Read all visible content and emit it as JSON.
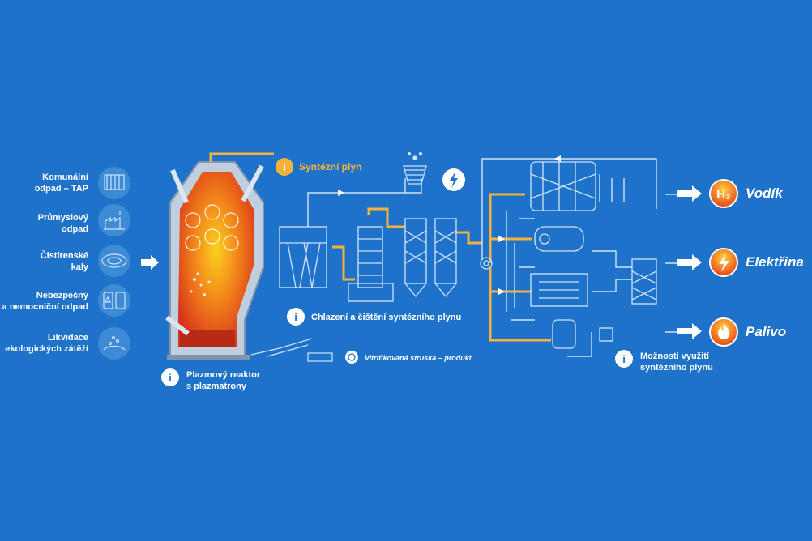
{
  "inputs": [
    {
      "line1": "Komunální",
      "line2": "odpad – TAP",
      "icon": "municipal-waste-icon"
    },
    {
      "line1": "Průmyslový",
      "line2": "odpad",
      "icon": "industrial-waste-icon"
    },
    {
      "line1": "Čistírenské",
      "line2": "kaly",
      "icon": "sewage-sludge-icon"
    },
    {
      "line1": "Nebezpečný",
      "line2": "a nemocniční odpad",
      "icon": "hazardous-waste-icon"
    },
    {
      "line1": "Likvidace",
      "line2": "ekologických zátěží",
      "icon": "environmental-burden-icon"
    }
  ],
  "labels": {
    "syngas": "Syntézní plyn",
    "cooling": "Chlazení a čištění syntézního plynu",
    "reactor_line1": "Plazmový reaktor",
    "reactor_line2": "s plazmatrony",
    "slag": "Vitrifikovaná struska – produkt",
    "options_line1": "Možnosti využití",
    "options_line2": "syntézního plynu"
  },
  "outputs": [
    {
      "label": "Vodík",
      "symbol": "H₂",
      "icon": "hydrogen-icon"
    },
    {
      "label": "Elektřina",
      "symbol": "⚡",
      "icon": "electricity-icon"
    },
    {
      "label": "Palivo",
      "symbol": "🔥",
      "icon": "fuel-icon"
    }
  ],
  "info_symbol": "i",
  "colors": {
    "background": "#1f72c9",
    "line": "#cfe3f7",
    "pipe_orange": "#f6b23a",
    "reactor_hot": "#e8431c",
    "reactor_core": "#f8c21c",
    "output_icon": "#e8431c"
  }
}
